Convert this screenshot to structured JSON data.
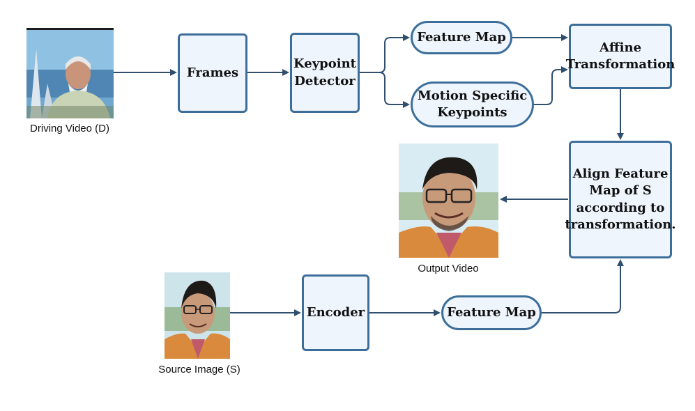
{
  "nodes": {
    "frames": "Frames",
    "keypoint_detector": "Keypoint\nDetector",
    "feature_map_top": "Feature Map",
    "motion_keypoints": "Motion Specific\nKeypoints",
    "affine": "Affine\nTransformation",
    "align": "Align Feature\nMap of S\naccording to\ntransformation.",
    "encoder": "Encoder",
    "feature_map_bottom": "Feature Map"
  },
  "captions": {
    "driving_video": "Driving Video (D)",
    "output_video": "Output Video",
    "source_image": "Source Image (S)"
  },
  "colors": {
    "stroke": "#3d6e9a",
    "fill": "#eef5fc",
    "arrow": "#2f4f6f"
  }
}
